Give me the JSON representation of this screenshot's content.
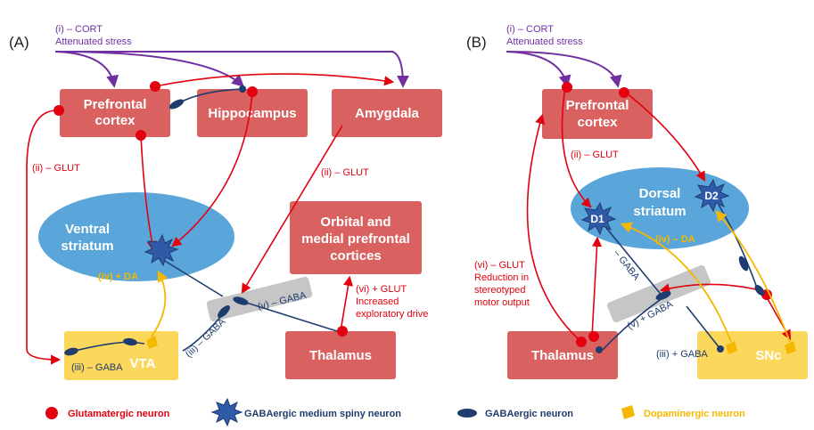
{
  "panel_a": {
    "letter": "(A)",
    "cort_line1": "(i) – CORT",
    "cort_line2": "Attenuated stress",
    "pfc_line1": "Prefrontal",
    "pfc_line2": "cortex",
    "hippocampus": "Hippocampus",
    "amygdala": "Amygdala",
    "ventral_line1": "Ventral",
    "ventral_line2": "striatum",
    "ofc_line1": "Orbital and",
    "ofc_line2": "medial prefrontal",
    "ofc_line3": "cortices",
    "vta": "VTA",
    "thalamus": "Thalamus",
    "glut_left": "(ii) – GLUT",
    "glut_amyg": "(ii) – GLUT",
    "da": "(iv) + DA",
    "gaba_v": "(v) – GABA",
    "gaba_iii_diag": "(iii) – GABA",
    "gaba_iii_vta": "(iii) – GABA",
    "glut_vi_line1": "(vi) + GLUT",
    "glut_vi_line2": "Increased",
    "glut_vi_line3": "exploratory drive"
  },
  "panel_b": {
    "letter": "(B)",
    "cort_line1": "(i) – CORT",
    "cort_line2": "Attenuated stress",
    "pfc_line1": "Prefrontal",
    "pfc_line2": "cortex",
    "dorsal_line1": "Dorsal",
    "dorsal_line2": "striatum",
    "d1": "D1",
    "d2": "D2",
    "glut_ii": "(ii) – GLUT",
    "da": "(iv) – DA",
    "gaba_minus": "– GABA",
    "gaba_v": "(v) + GABA",
    "gaba_iii": "(iii) + GABA",
    "glut_vi_line1": "(vi) – GLUT",
    "glut_vi_line2": "Reduction in",
    "glut_vi_line3": "stereotyped",
    "glut_vi_line4": "motor output",
    "thalamus": "Thalamus",
    "snc": "SNc"
  },
  "legend": {
    "glutamatergic": "Glutamatergic neuron",
    "gaba_msn": "GABAergic medium spiny neuron",
    "gabaergic": "GABAergic neuron",
    "dopaminergic": "Dopaminergic neuron"
  },
  "colors": {
    "red_box": "#d9615f",
    "blue_region": "#5aa5d9",
    "gold_box": "#fbd75c",
    "gray_band": "#c6c6c6",
    "glut_red": "#e3000f",
    "gaba_navy": "#1f3c6e",
    "da_gold": "#f5b800",
    "cort_purple": "#7030a0"
  }
}
